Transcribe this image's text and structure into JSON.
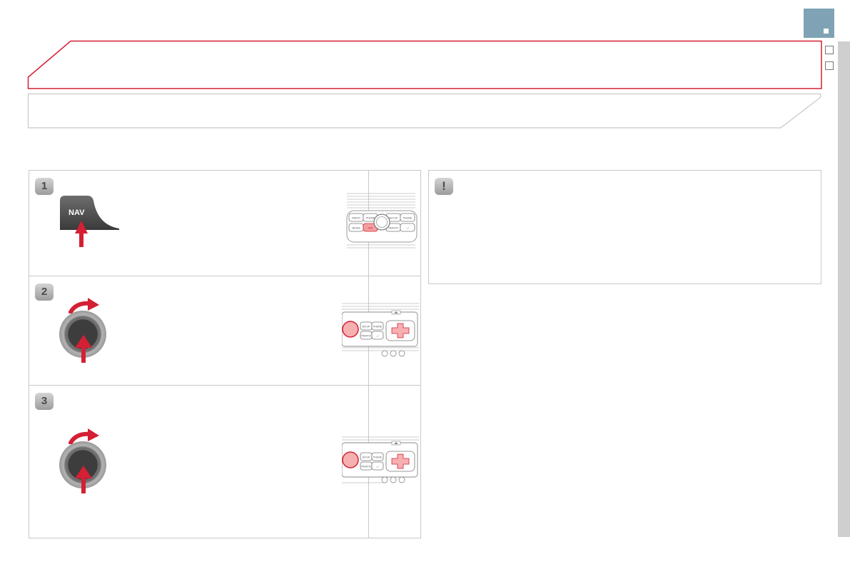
{
  "page": {
    "nav_button_label": "NAV",
    "steps": [
      {
        "number": "1"
      },
      {
        "number": "2"
      },
      {
        "number": "3"
      }
    ],
    "warning_symbol": "!",
    "panel1_buttons": [
      "RADIO",
      "PHONE",
      "SETUP",
      "PHONE",
      "MEDIA",
      "NAV",
      "TRAFFIC",
      "⤾"
    ],
    "panel2_buttons": [
      "SETUP",
      "PHONE",
      "TRAFFIC",
      "⤾"
    ],
    "panel3_buttons": [
      "SETUP",
      "PHONE",
      "TRAFFIC",
      "⤾"
    ]
  },
  "colors": {
    "accent_red": "#d42034",
    "tab_blue": "#7fa3b4",
    "border_grey": "#c8c8c8"
  },
  "icons": [
    "nav-button-icon",
    "rotary-knob-icon",
    "rotate-arrow-icon",
    "press-arrow-icon",
    "warning-icon"
  ]
}
